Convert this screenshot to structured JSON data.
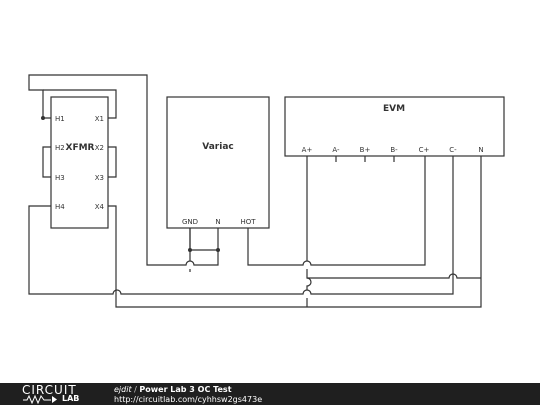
{
  "schematic": {
    "transformer": {
      "label": "XFMR",
      "pins_left": [
        "H1",
        "H2",
        "H3",
        "H4"
      ],
      "pins_right": [
        "X1",
        "X2",
        "X3",
        "X4"
      ]
    },
    "variac": {
      "label": "Variac",
      "pins": [
        "GND",
        "N",
        "HOT"
      ]
    },
    "evm": {
      "label": "EVM",
      "pins": [
        "A+",
        "A-",
        "B+",
        "B-",
        "C+",
        "C-",
        "N"
      ]
    }
  },
  "footer": {
    "logo_top": "CIRCUIT",
    "logo_bottom": "LAB",
    "author": "ejdit",
    "separator": "/",
    "circuit_title": "Power Lab 3 OC Test",
    "url": "http://circuitlab.com/cyhhsw2gs473e"
  }
}
